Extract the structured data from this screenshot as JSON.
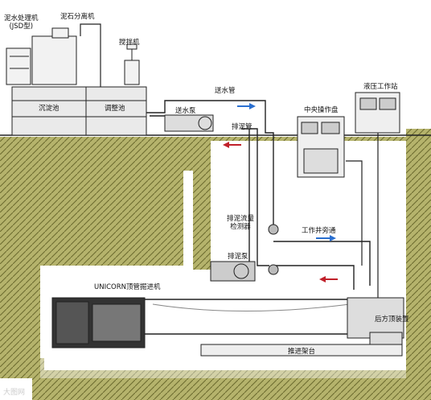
{
  "labels": {
    "mud_unit": "泥水处理机",
    "mud_unit_model": "(JSD型)",
    "separator": "泥石分离机",
    "mixer": "搅拌机",
    "settling_tank": "沉淀池",
    "adjust_tank": "调整池",
    "feed_pipe": "送水管",
    "feed_pump": "送水泵",
    "discharge_pipe": "排泥管",
    "control_panel": "中央操作盘",
    "hydraulic_station": "液压工作站",
    "flow_meter_1": "排泥流量",
    "flow_meter_2": "检测器",
    "shaft_bypass": "工作井旁通",
    "mud_pump": "排泥泵",
    "tbm": "UNICORN顶管掘进机",
    "jack": "后方顶装置",
    "frame": "推进架台"
  },
  "watermark": "大图网",
  "colors": {
    "soil": "#b5b36c",
    "hatch": "#6b6a2e",
    "line": "#222222",
    "arrow_red": "#c0202a",
    "arrow_blue": "#2a6fd0"
  }
}
